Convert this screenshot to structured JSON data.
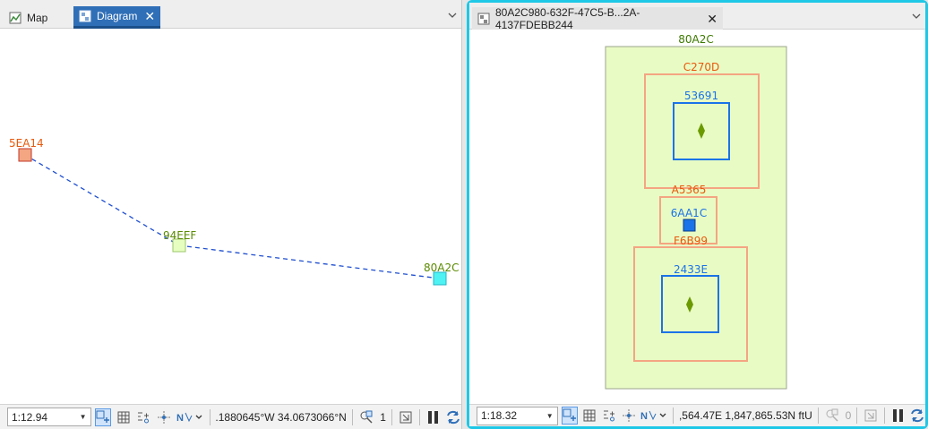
{
  "left": {
    "tabs": [
      {
        "label": "Map",
        "active": false
      },
      {
        "label": "Diagram",
        "active": true,
        "close": "✕"
      }
    ],
    "nodes": [
      {
        "id": "5EA14",
        "label_color": "#e8590c",
        "fill": "#f4a582",
        "stroke": "#c0392b"
      },
      {
        "id": "94EEF",
        "label_color": "#5a8a00",
        "fill": "#e6ffc0",
        "stroke": "#9cc56b"
      },
      {
        "id": "80A2C",
        "label_color": "#5a8a00",
        "fill": "#4ef2f2",
        "stroke": "#21b5c8"
      }
    ],
    "status": {
      "scale": "1:12.94",
      "coords": ".1880645°W 34.0673066°N",
      "selected_count": "1"
    }
  },
  "right": {
    "tab": {
      "label": "80A2C980-632F-47C5-B...2A-4137FDEBB244",
      "close": "✕"
    },
    "containers": {
      "outer": {
        "label": "80A2C",
        "color": "#3d7a00",
        "fill": "#e9fbc4",
        "stroke": "#9aa58e"
      },
      "c1": {
        "label": "C270D",
        "color": "#e8590c",
        "stroke": "#f4a582"
      },
      "c1_inner": {
        "label": "53691",
        "color": "#1a73e8",
        "stroke": "#1a73e8"
      },
      "c2": {
        "label": "A5365",
        "color": "#e8590c",
        "stroke": "#f4a582"
      },
      "c2_inner": {
        "label": "6AA1C",
        "color": "#1a73e8",
        "fill": "#1a73e8"
      },
      "c3": {
        "label": "F6B99",
        "color": "#e8590c",
        "stroke": "#f4a582"
      },
      "c3_inner": {
        "label": "2433E",
        "color": "#1a73e8",
        "stroke": "#1a73e8"
      },
      "diamond_color": "#6a9a00"
    },
    "status": {
      "scale": "1:18.32",
      "coords": ",564.47E 1,847,865.53N ftU",
      "selected_count": "0"
    }
  },
  "colors": {
    "accent": "#2f6fb7",
    "focus_border": "#1ec8e6",
    "edge": "#1f4fd1"
  },
  "icons": [
    "map-icon",
    "diagram-icon",
    "close-icon",
    "chevron-down-icon",
    "navigate-icon",
    "grid-icon",
    "snapping-icon",
    "constraints-icon",
    "north-arrow-icon",
    "selection-icon",
    "fixed-extent-icon",
    "pause-icon",
    "refresh-icon"
  ]
}
